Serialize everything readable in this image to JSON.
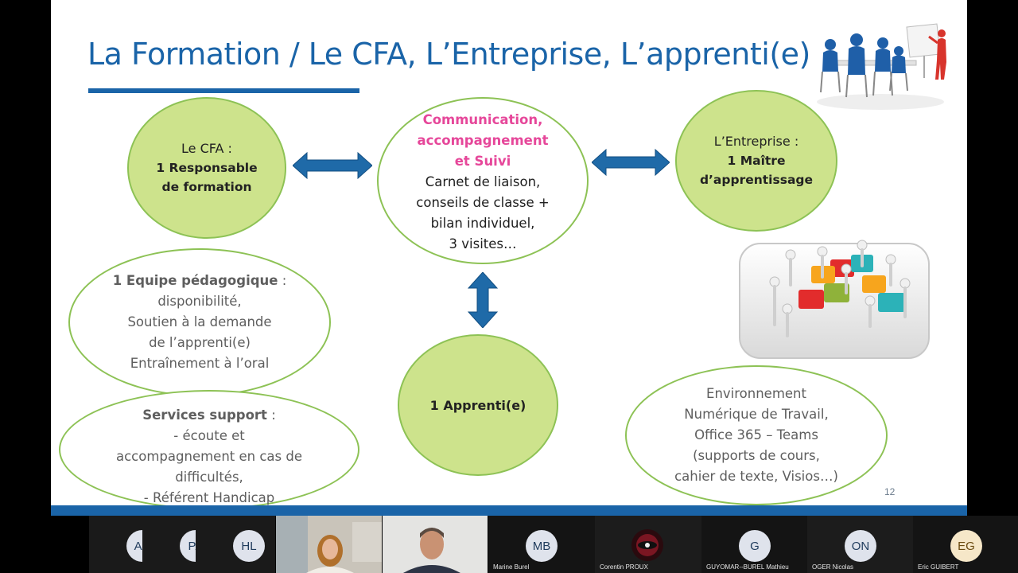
{
  "slide": {
    "title": "La Formation / Le CFA, L’Entreprise, L’apprenti(e)",
    "number": "12",
    "cfa": {
      "line1": "Le CFA :",
      "line2": "1 Responsable",
      "line3": "de formation"
    },
    "entreprise": {
      "line1": "L’Entreprise :",
      "line2": "1 Maître",
      "line3": "d’apprentissage"
    },
    "communication": {
      "heading": [
        "Communication,",
        "accompagnement",
        "et Suivi"
      ],
      "body": [
        "Carnet de liaison,",
        "conseils de classe +",
        "bilan individuel,",
        "3 visites…"
      ]
    },
    "apprenti": {
      "label": "1 Apprenti(e)"
    },
    "equipe": {
      "heading": "1 Equipe pédagogique",
      "heading_suffix": " :",
      "body": [
        "disponibilité,",
        "Soutien à la demande",
        "de l’apprenti(e)",
        "Entraînement à l’oral"
      ]
    },
    "services": {
      "heading": "Services support",
      "heading_suffix": " :",
      "body": [
        "- écoute et",
        "accompagnement en cas de",
        "difficultés,",
        "- Référent Handicap"
      ]
    },
    "environnement": {
      "body": [
        "Environnement",
        "Numérique de Travail,",
        "Office 365 – Teams",
        "(supports de cours,",
        "cahier de texte, Visios…)"
      ]
    },
    "colors": {
      "title_blue": "#1a64a8",
      "bubble_green_fill": "#cde38c",
      "bubble_green_border": "#8dc255",
      "pink": "#e6479a",
      "arrow_blue": "#1f6aa8"
    }
  },
  "participants": [
    {
      "initials": "AR",
      "name": ""
    },
    {
      "initials": "PA",
      "name": ""
    },
    {
      "initials": "HL",
      "name": ""
    },
    {
      "initials": "",
      "name": "",
      "video": "woman"
    },
    {
      "initials": "",
      "name": "",
      "video": "man"
    },
    {
      "initials": "MB",
      "name": "Marine Burel"
    },
    {
      "initials": "",
      "name": "Corentin PROUX",
      "video": "eye-logo"
    },
    {
      "initials": "G",
      "name": "GUYOMAR--BUREL Mathieu"
    },
    {
      "initials": "ON",
      "name": "OGER Nicolas"
    },
    {
      "initials": "EG",
      "name": "Eric GUIBERT"
    }
  ]
}
